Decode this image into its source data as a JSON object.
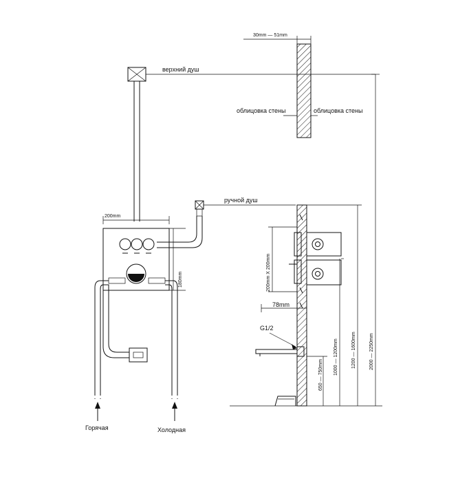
{
  "labels": {
    "wall_gap": "30mm — 51mm",
    "upper_shower": "верхний душ",
    "cladding_left": "облицовка стены",
    "cladding_right": "облицовка стены",
    "hand_shower": "ручной душ",
    "width_200": "200mm",
    "height_180": "180mm",
    "size_vertical": "200mm X 200mm",
    "depth_78": "78mm",
    "thread": "G1/2",
    "h_650_750": "650 — 750mm",
    "h_1000_1200": "1000 — 1200mm",
    "h_1200_1600": "1200 — 1600mm",
    "h_2000_2250": "2000 — 2250mm",
    "hot": "Горячая",
    "cold": "Холодная"
  }
}
